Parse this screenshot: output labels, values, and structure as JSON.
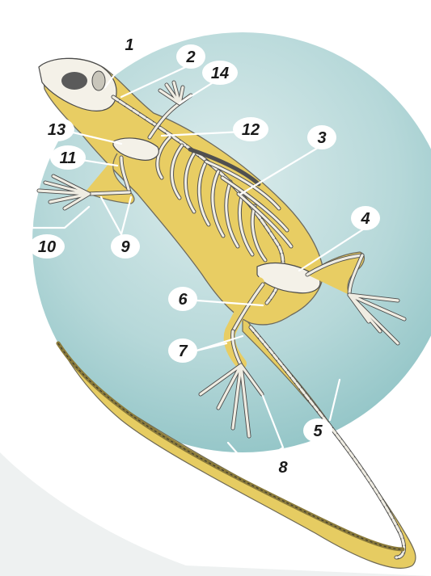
{
  "labels": [
    "1",
    "2",
    "3",
    "4",
    "5",
    "6",
    "7",
    "8",
    "9",
    "10",
    "11",
    "12",
    "13",
    "14"
  ],
  "colors": {
    "background_circle": "#b8dadb",
    "background_shadow": "#e9eeee",
    "body_fill": "#e8cd63",
    "body_outline": "#6d6a5e",
    "bone": "#f4f1e8",
    "bone_outline": "#4a4a4a",
    "label_bubble": "#ffffff",
    "label_text": "#1a1a1a"
  }
}
